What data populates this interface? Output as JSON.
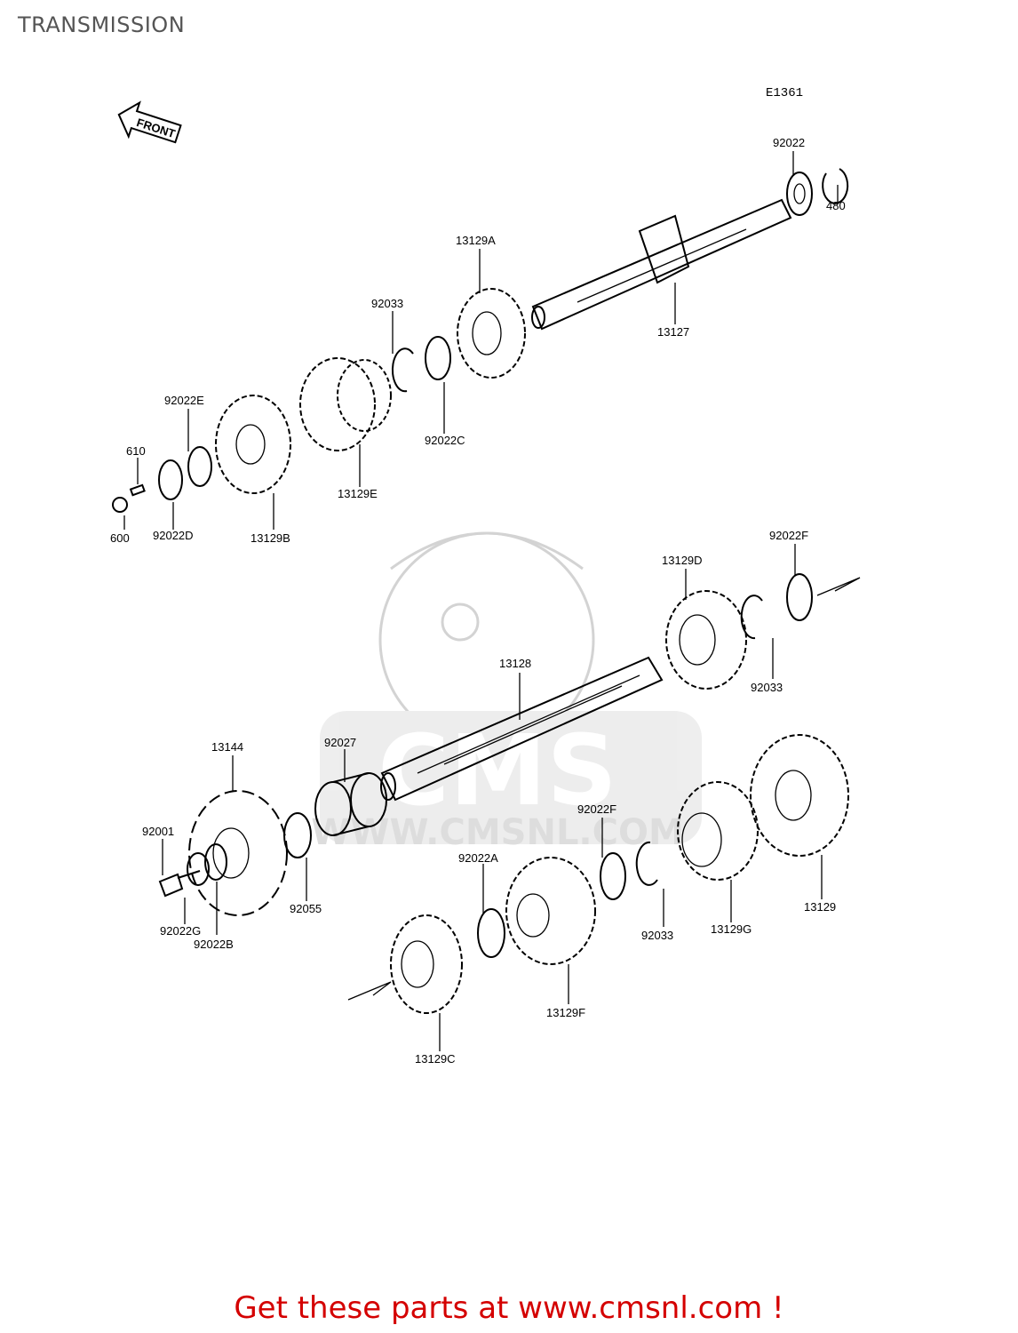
{
  "page": {
    "title": "TRANSMISSION",
    "diagram_code": "E1361",
    "front_marker": "FRONT",
    "footer_link": "Get these parts at www.cmsnl.com !"
  },
  "watermark": {
    "text_main": "CMS",
    "text_url": "WWW.CMSNL.COM"
  },
  "parts": [
    {
      "id": "p92022",
      "label": "92022"
    },
    {
      "id": "p480",
      "label": "480"
    },
    {
      "id": "p13129A",
      "label": "13129A"
    },
    {
      "id": "p13127",
      "label": "13127"
    },
    {
      "id": "p92033a",
      "label": "92033"
    },
    {
      "id": "p92022C",
      "label": "92022C"
    },
    {
      "id": "p92022E",
      "label": "92022E"
    },
    {
      "id": "p13129E",
      "label": "13129E"
    },
    {
      "id": "p610",
      "label": "610"
    },
    {
      "id": "p600",
      "label": "600"
    },
    {
      "id": "p92022D",
      "label": "92022D"
    },
    {
      "id": "p13129B",
      "label": "13129B"
    },
    {
      "id": "p92022F_top",
      "label": "92022F"
    },
    {
      "id": "p13129D",
      "label": "13129D"
    },
    {
      "id": "p92033b",
      "label": "92033"
    },
    {
      "id": "p13128",
      "label": "13128"
    },
    {
      "id": "p13144",
      "label": "13144"
    },
    {
      "id": "p92027",
      "label": "92027"
    },
    {
      "id": "p92001",
      "label": "92001"
    },
    {
      "id": "p92055",
      "label": "92055"
    },
    {
      "id": "p92022G",
      "label": "92022G"
    },
    {
      "id": "p92022B",
      "label": "92022B"
    },
    {
      "id": "p92022F_low",
      "label": "92022F"
    },
    {
      "id": "p92022A",
      "label": "92022A"
    },
    {
      "id": "p92033c",
      "label": "92033"
    },
    {
      "id": "p13129G",
      "label": "13129G"
    },
    {
      "id": "p13129",
      "label": "13129"
    },
    {
      "id": "p13129F",
      "label": "13129F"
    },
    {
      "id": "p13129C",
      "label": "13129C"
    }
  ]
}
